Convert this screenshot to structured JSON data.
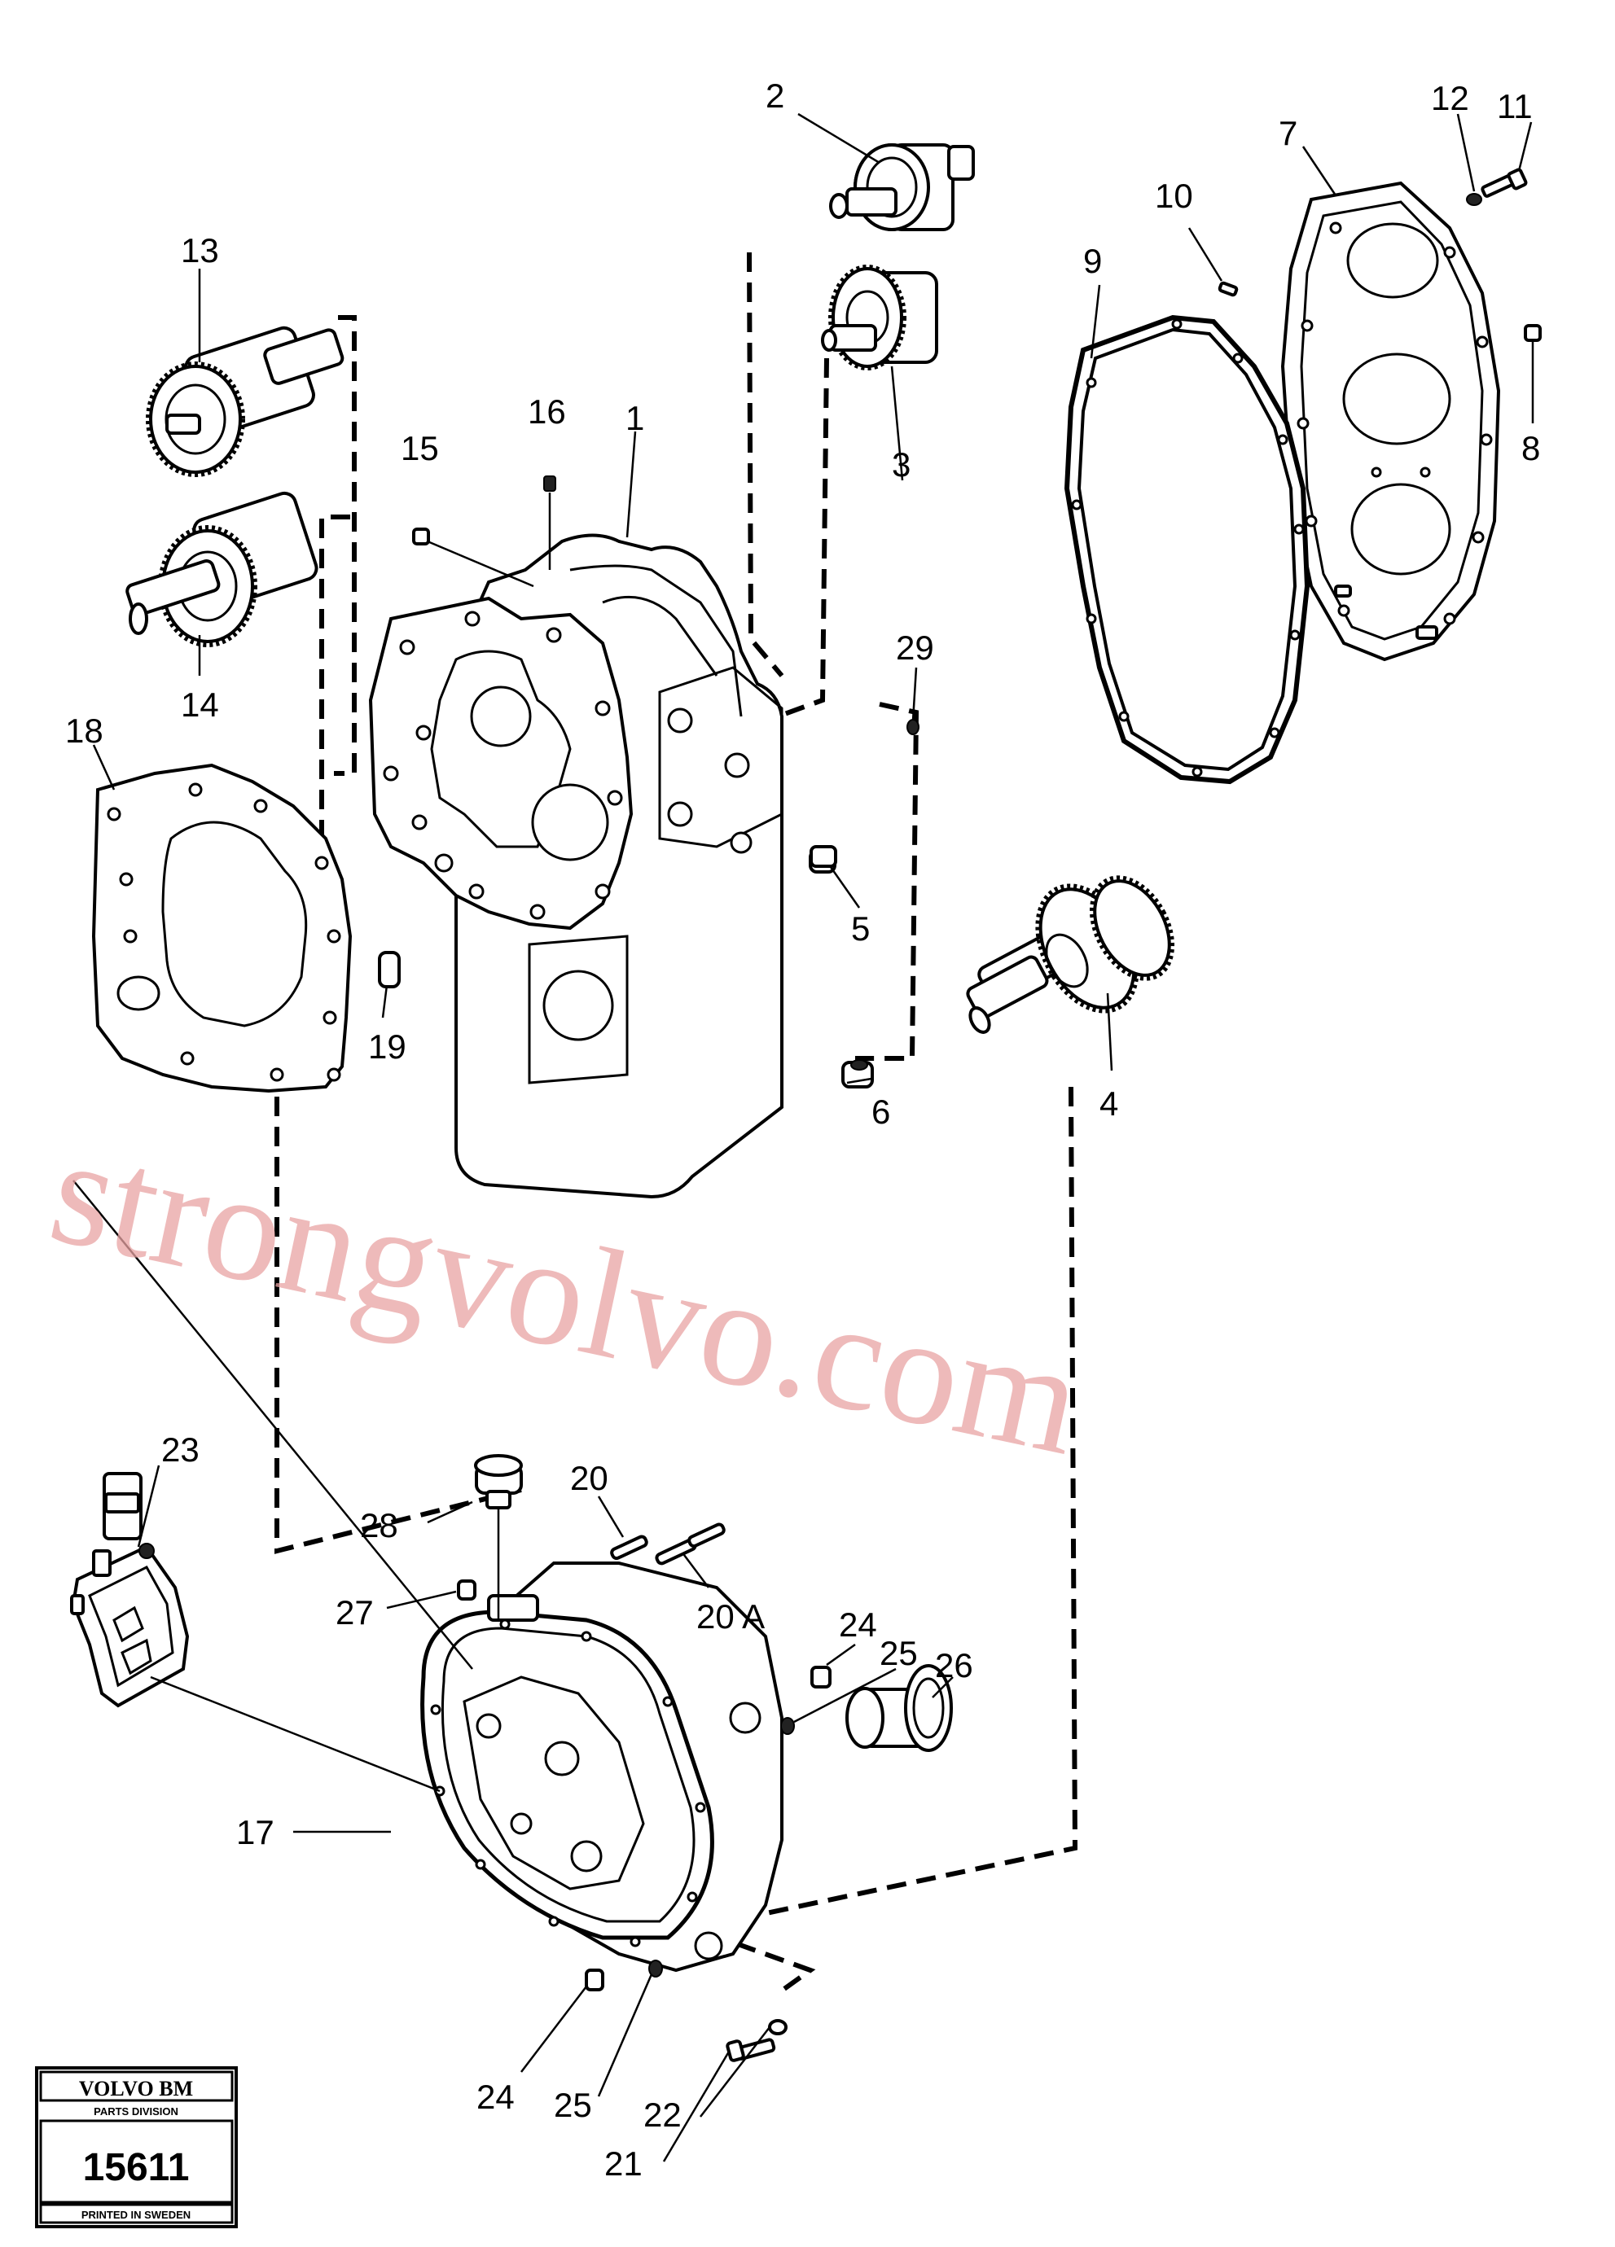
{
  "diagram": {
    "callouts": {
      "c1": "1",
      "c2": "2",
      "c3": "3",
      "c4": "4",
      "c5": "5",
      "c6": "6",
      "c7": "7",
      "c8": "8",
      "c9": "9",
      "c10": "10",
      "c11": "11",
      "c12": "12",
      "c13": "13",
      "c14": "14",
      "c15": "15",
      "c16": "16",
      "c17": "17",
      "c18": "18",
      "c19": "19",
      "c20": "20",
      "c20a": "20 A",
      "c21": "21",
      "c22": "22",
      "c23": "23",
      "c24a": "24",
      "c24b": "24",
      "c25a": "25",
      "c25b": "25",
      "c26": "26",
      "c27": "27",
      "c28": "28",
      "c29": "29"
    }
  },
  "watermark": {
    "text": "strongvolvo.com",
    "color": "#e9a3a3"
  },
  "badge": {
    "brand": "VOLVO BM",
    "division": "PARTS DIVISION",
    "number": "15611",
    "printed": "PRINTED IN SWEDEN"
  }
}
